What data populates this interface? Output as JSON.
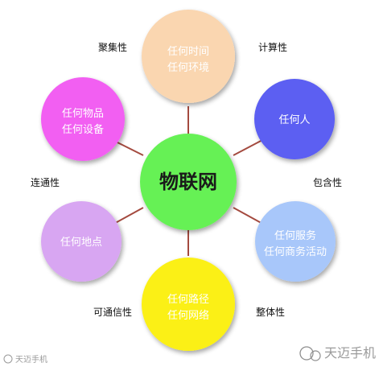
{
  "center": {
    "label": "物联网",
    "color": "#66f155"
  },
  "nodes": [
    {
      "id": "top",
      "lines": [
        "任何时间",
        "任何环境"
      ],
      "color": "#fad6b0"
    },
    {
      "id: ": "x",
      "id": "upper-right",
      "lines": [
        "任何人"
      ],
      "color": "#5b5ff2"
    },
    {
      "id": "lower-right",
      "lines": [
        "任何服务",
        "任何商务活动"
      ],
      "color": "#a8c7fa"
    },
    {
      "id": "bottom",
      "lines": [
        "任何路径",
        "任何网络"
      ],
      "color": "#fbf019"
    },
    {
      "id": "lower-left",
      "lines": [
        "任何地点"
      ],
      "color": "#d8a6f2"
    },
    {
      "id": "upper-left",
      "lines": [
        "任何物品",
        "任何设备"
      ],
      "color": "#f25ff2"
    }
  ],
  "properties": {
    "top_left": "聚集性",
    "top_right": "计算性",
    "middle_left": "连通性",
    "middle_right": "包含性",
    "bottom_left": "可通信性",
    "bottom_right": "整体性"
  },
  "connector_color": "#a44a3f",
  "watermark": {
    "left": "天迈手机",
    "right": "天迈手机"
  }
}
